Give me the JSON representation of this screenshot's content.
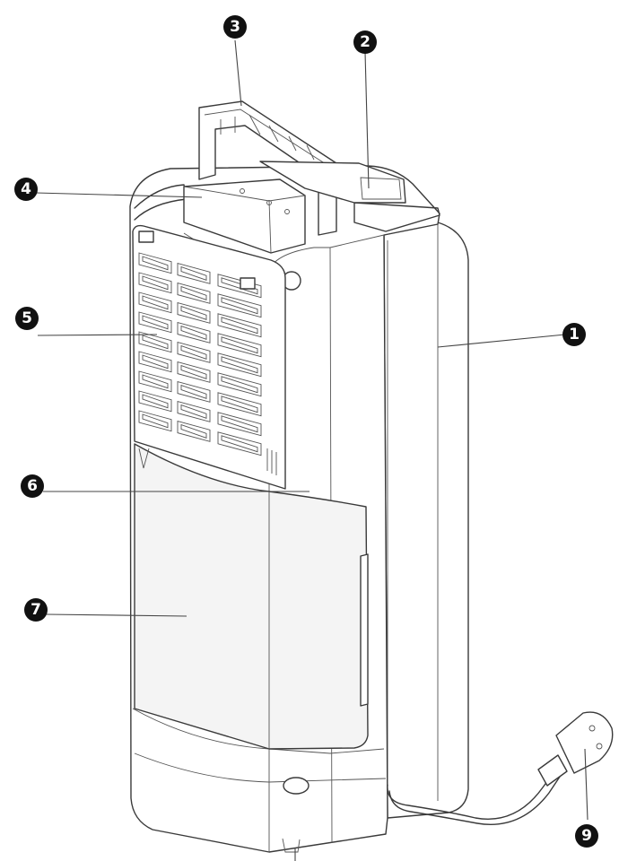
{
  "diagram": {
    "product": "dehumidifier-rear-view",
    "callouts": [
      {
        "id": "c1",
        "number": "1"
      },
      {
        "id": "c2",
        "number": "2"
      },
      {
        "id": "c3",
        "number": "3"
      },
      {
        "id": "c4",
        "number": "4"
      },
      {
        "id": "c5",
        "number": "5"
      },
      {
        "id": "c6",
        "number": "6"
      },
      {
        "id": "c7",
        "number": "7"
      },
      {
        "id": "c9",
        "number": "9"
      }
    ],
    "colors": {
      "line": "#3a3a3a",
      "callout_fill": "#111111",
      "callout_text": "#ffffff",
      "background": "#ffffff"
    }
  }
}
